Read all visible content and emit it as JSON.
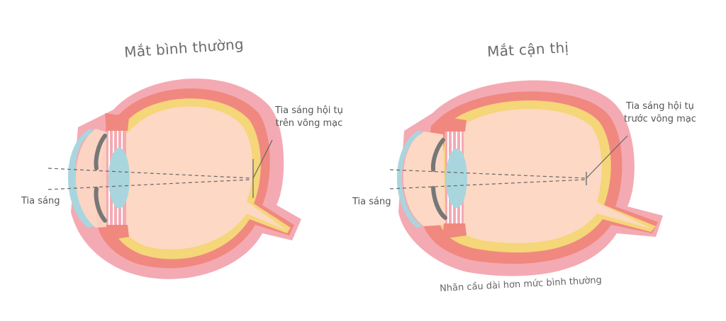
{
  "diagrams": [
    {
      "title": "Mắt bình thường",
      "focus_label_line1": "Tia sáng hội tụ",
      "focus_label_line2": "trên võng mạc",
      "ray_label": "Tia sáng",
      "focus_point": "on-retina"
    },
    {
      "title": "Mắt cận thị",
      "focus_label_line1": "Tia sáng hội tụ",
      "focus_label_line2": "trước võng mạc",
      "ray_label": "Tia sáng",
      "focus_point": "in-front-of-retina",
      "caption": "Nhãn cầu dài hơn mức bình thường"
    }
  ],
  "colors": {
    "sclera_outer": "#f4aab3",
    "choroid": "#f08880",
    "retina": "#f5d678",
    "vitreous": "#fdd8c4",
    "cornea": "#a9d6de",
    "lens": "#a9d6de",
    "iris": "#777777",
    "ciliary": "#f08880",
    "text": "#555555"
  }
}
